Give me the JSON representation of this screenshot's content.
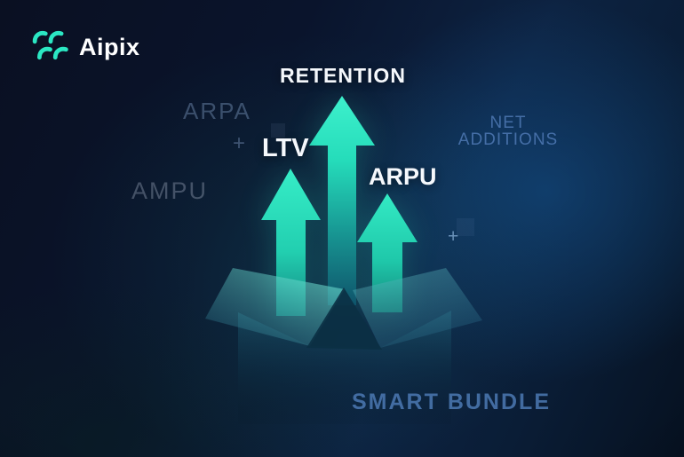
{
  "brand": {
    "name": "Aipix"
  },
  "metrics": {
    "highlighted": {
      "retention": "RETENTION",
      "ltv": "LTV",
      "arpu": "ARPU"
    },
    "faded": {
      "arpa": "ARPA",
      "ampu": "AMPU",
      "net_additions": {
        "line1": "NET",
        "line2": "ADDITIONS"
      }
    }
  },
  "caption": "SMART BUNDLE",
  "decorations": {
    "plus_left": "+",
    "plus_right": "+"
  },
  "icons": {
    "logo": "aipix-waves-icon"
  },
  "colors": {
    "accent_teal": "#2ee6c4",
    "arrow_gradient_top": "#3df0cc",
    "arrow_gradient_bottom": "#0e4f68",
    "white_label": "#f5f8fc",
    "faded_gray_label": "#66758c",
    "faded_blue_label": "#527db9",
    "caption_blue": "#4a76af",
    "background_navy": "#0a1124",
    "background_glow": "#14558c"
  }
}
